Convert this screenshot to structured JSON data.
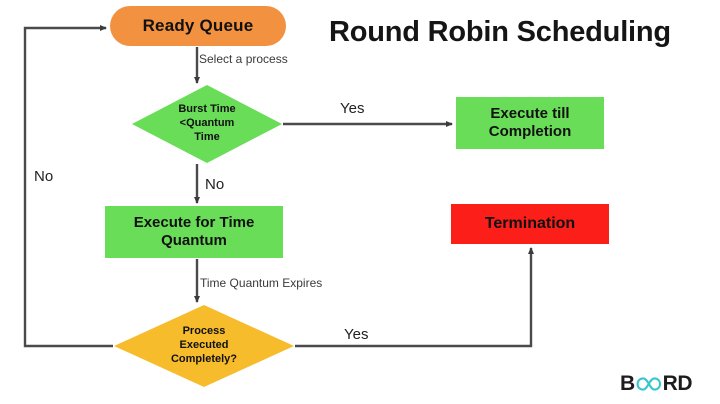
{
  "page": {
    "title": "Round Robin Scheduling",
    "background": "#ffffff"
  },
  "brand": {
    "name": "BOARD",
    "prefix": "B",
    "suffix": "RD",
    "mark_icon": "infinity-icon",
    "mark_color": "#38c6cf",
    "text_color": "#1d1d1f"
  },
  "colors": {
    "orange": "#F2913F",
    "green": "#69DC58",
    "yellow": "#F6BC2B",
    "red": "#FB1E19",
    "edge": "#4a4a4a",
    "text": "#111111"
  },
  "chart_data": {
    "type": "diagram",
    "diagram_kind": "flowchart",
    "title": "Round Robin Scheduling",
    "nodes": [
      {
        "id": "ready-queue",
        "label": "Ready Queue",
        "shape": "rounded-rectangle",
        "color": "#F2913F"
      },
      {
        "id": "burst-time-decision",
        "label": "Burst Time\n<Quantum\nTime",
        "line1": "Burst Time",
        "line2": "<Quantum",
        "line3": "Time",
        "shape": "diamond",
        "color": "#69DC58"
      },
      {
        "id": "execute-till-completion",
        "label": "Execute till\nCompletion",
        "line1": "Execute till",
        "line2": "Completion",
        "shape": "rectangle",
        "color": "#69DC58"
      },
      {
        "id": "execute-for-time-quantum",
        "label": "Execute for Time\nQuantum",
        "line1": "Execute for Time",
        "line2": "Quantum",
        "shape": "rectangle",
        "color": "#69DC58"
      },
      {
        "id": "termination",
        "label": "Termination",
        "shape": "rectangle",
        "color": "#FB1E19"
      },
      {
        "id": "process-executed-decision",
        "label": "Process\nExecuted\nCompletely?",
        "line1": "Process",
        "line2": "Executed",
        "line3": "Completely?",
        "shape": "diamond",
        "color": "#F6BC2B"
      }
    ],
    "edges": [
      {
        "from": "ready-queue",
        "to": "burst-time-decision",
        "label": "Select a process"
      },
      {
        "from": "burst-time-decision",
        "to": "execute-till-completion",
        "label": "Yes"
      },
      {
        "from": "burst-time-decision",
        "to": "execute-for-time-quantum",
        "label": "No"
      },
      {
        "from": "execute-for-time-quantum",
        "to": "process-executed-decision",
        "label": "Time Quantum Expires"
      },
      {
        "from": "process-executed-decision",
        "to": "termination",
        "label": "Yes"
      },
      {
        "from": "process-executed-decision",
        "to": "ready-queue",
        "label": "No"
      }
    ]
  },
  "labels": {
    "select_a_process": "Select a process",
    "no_down": "No",
    "no_left": "No",
    "yes_top": "Yes",
    "time_quantum_expires": "Time Quantum Expires",
    "yes_bottom": "Yes"
  },
  "nodes": {
    "ready_queue": {
      "text": "Ready Queue"
    },
    "burst_time": {
      "line1": "Burst Time",
      "line2": "<Quantum",
      "line3": "Time"
    },
    "execute_till_completion": {
      "line1": "Execute till",
      "line2": "Completion"
    },
    "execute_for_time_quantum": {
      "line1": "Execute for Time",
      "line2": "Quantum"
    },
    "termination": {
      "text": "Termination"
    },
    "process_executed": {
      "line1": "Process",
      "line2": "Executed",
      "line3": "Completely?"
    }
  }
}
